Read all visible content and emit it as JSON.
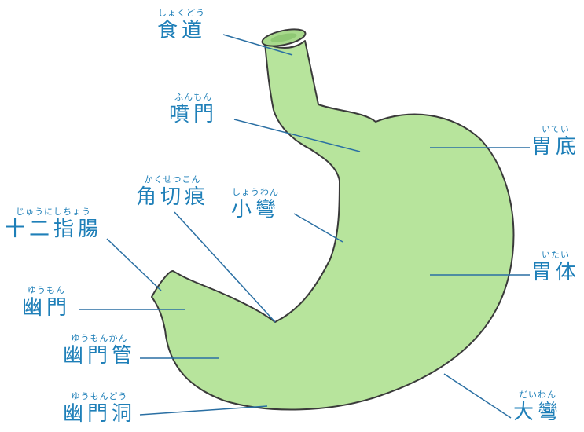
{
  "colors": {
    "label": "#1e7fb8",
    "leader_line": "#2a6fa3",
    "stomach_fill": "#b7e49c",
    "stomach_outline": "#3a3a3a",
    "background": "#ffffff"
  },
  "labels": {
    "esophagus": {
      "ruby": "しょくどう",
      "text": "食道"
    },
    "cardia": {
      "ruby": "ふんもん",
      "text": "噴門"
    },
    "fundus": {
      "ruby": "いてい",
      "text": "胃底"
    },
    "angular_incisure": {
      "ruby": "かくせつこん",
      "text": "角切痕"
    },
    "lesser_curvature": {
      "ruby": "しょうわん",
      "text": "小彎"
    },
    "duodenum": {
      "ruby": "じゅうにしちょう",
      "text": "十二指腸"
    },
    "body": {
      "ruby": "いたい",
      "text": "胃体"
    },
    "pylorus": {
      "ruby": "ゆうもん",
      "text": "幽門"
    },
    "pyloric_canal": {
      "ruby": "ゆうもんかん",
      "text": "幽門管"
    },
    "pyloric_antrum": {
      "ruby": "ゆうもんどう",
      "text": "幽門洞"
    },
    "greater_curvature": {
      "ruby": "だいわん",
      "text": "大彎"
    }
  }
}
